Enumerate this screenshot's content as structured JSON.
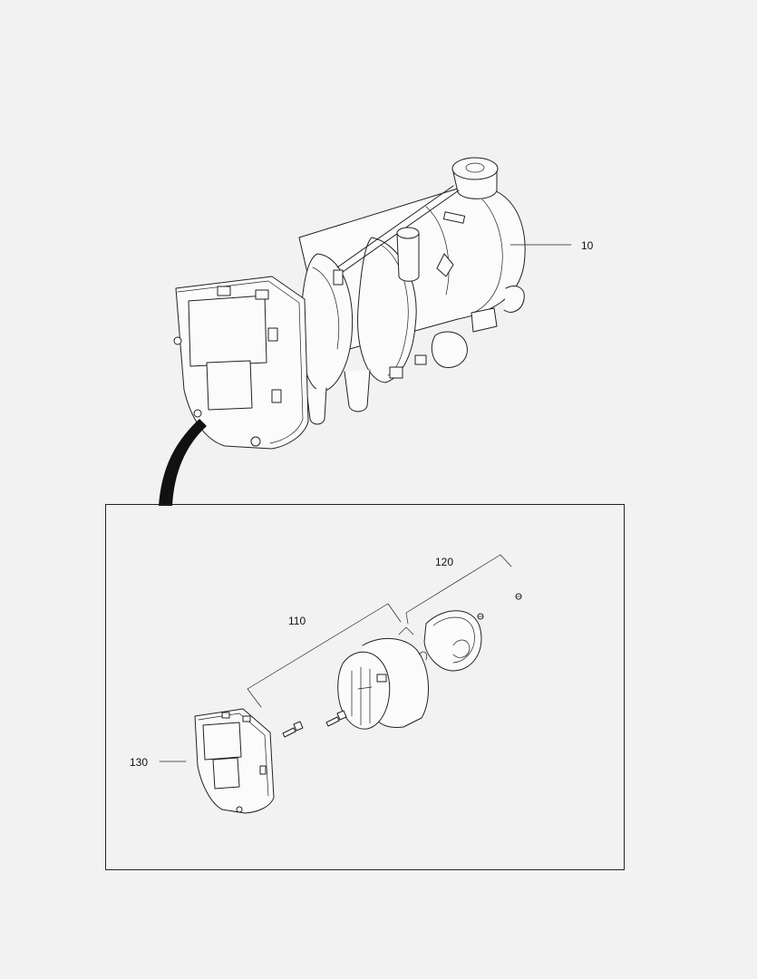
{
  "diagram": {
    "callouts": {
      "part_10": "10",
      "part_110": "110",
      "part_120": "120",
      "part_130": "130"
    }
  }
}
